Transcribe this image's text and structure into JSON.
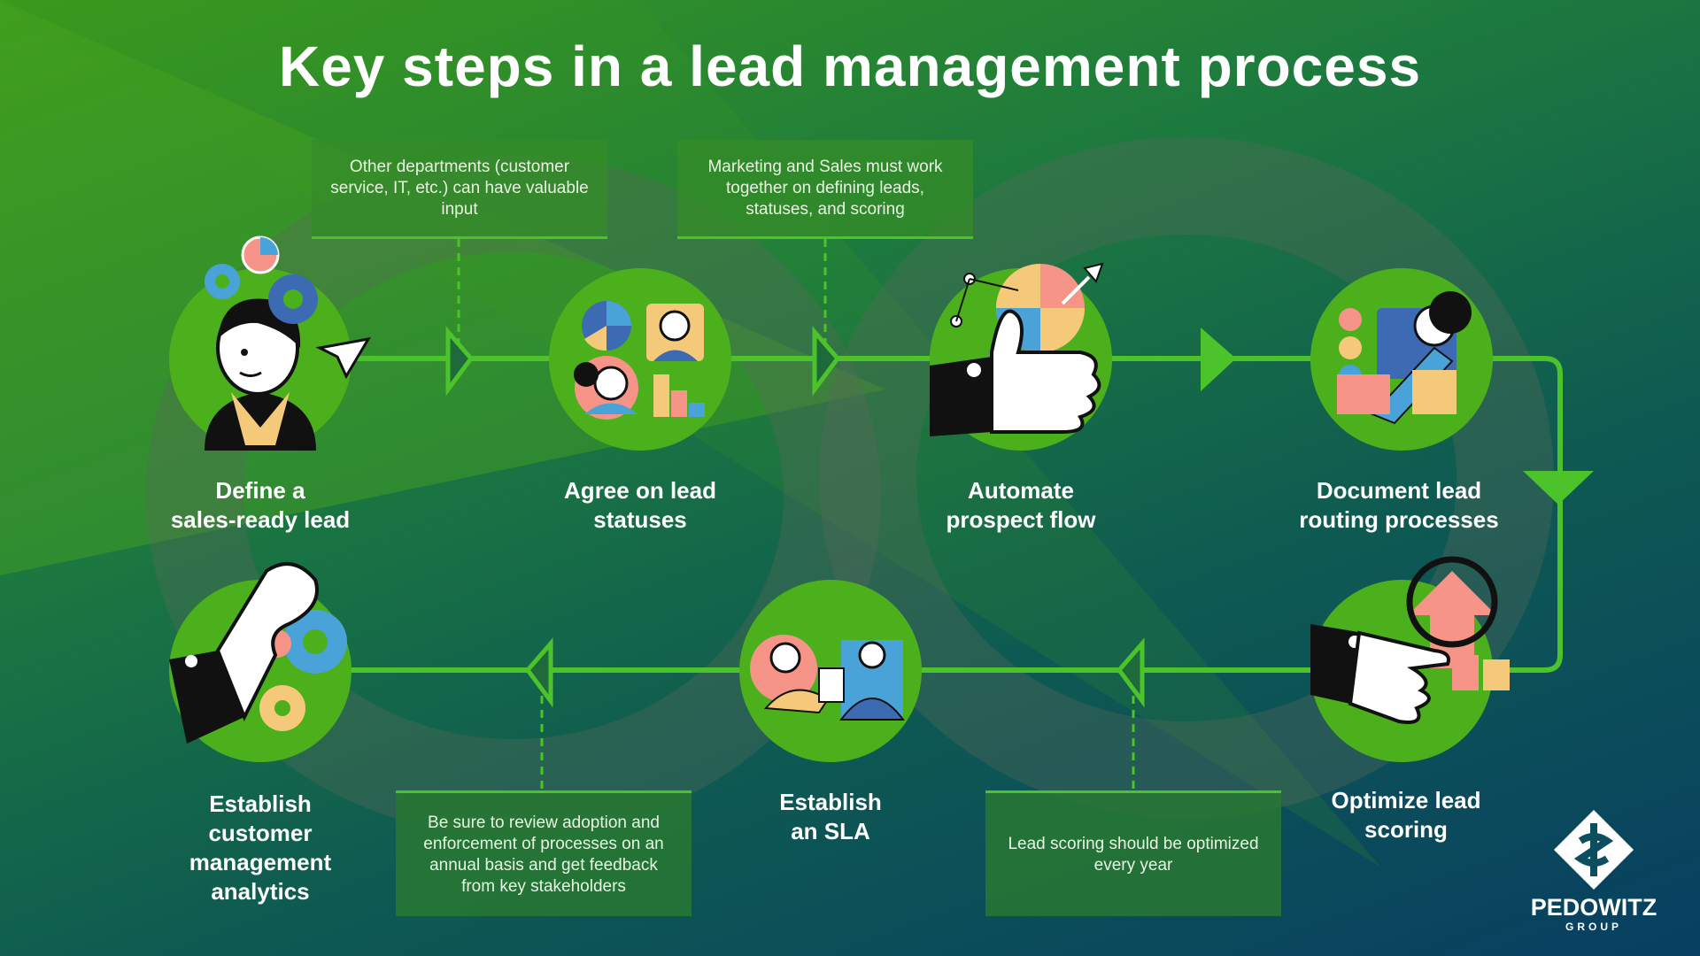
{
  "title": "Key steps in a lead management process",
  "steps": {
    "define": "Define a\nsales-ready lead",
    "agree": "Agree on lead\nstatuses",
    "automate": "Automate\nprospect flow",
    "document": "Document lead\nrouting processes",
    "optimize": "Optimize lead\nscoring",
    "sla": "Establish\nan SLA",
    "analytics": "Establish\ncustomer\nmanagement\nanalytics"
  },
  "notes": {
    "other_departments": "Other departments (customer service, IT, etc.) can have valuable input",
    "marketing_sales": "Marketing and Sales must work together on defining leads, statuses, and scoring",
    "review_adoption": "Be sure to review adoption and enforcement of processes on an annual basis and get feedback from key stakeholders",
    "lead_scoring": "Lead scoring should be optimized every year"
  },
  "brand": {
    "name": "PEDOWITZ",
    "sub": "GROUP"
  },
  "colors": {
    "circle": "#4bb01c",
    "line": "#4cc32a",
    "bg_dark": "#083f62",
    "bg_light": "#3a9a1c"
  }
}
